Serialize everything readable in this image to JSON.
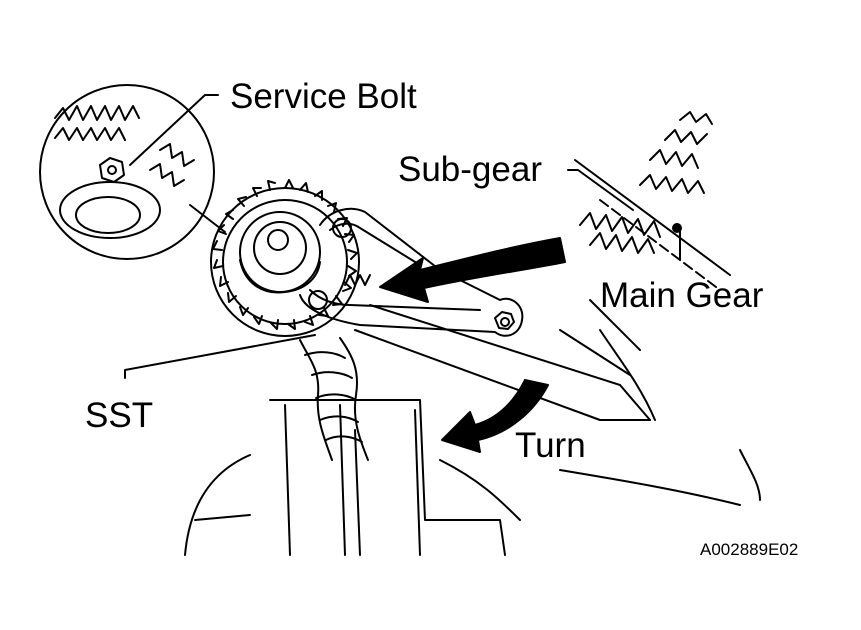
{
  "labels": {
    "service_bolt": "Service Bolt",
    "sub_gear": "Sub-gear",
    "main_gear": "Main Gear",
    "sst": "SST",
    "turn": "Turn"
  },
  "figure_code": "A002889E02",
  "colors": {
    "ink": "#000000",
    "paper": "#ffffff"
  }
}
